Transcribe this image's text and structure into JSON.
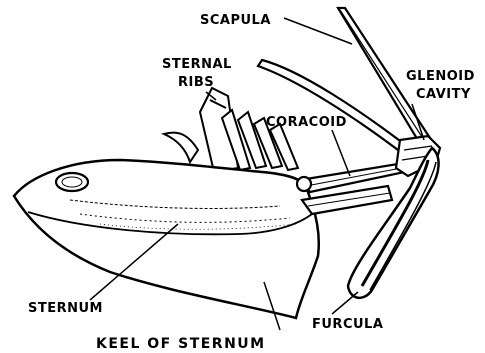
{
  "labels": {
    "scapula": "SCAPULA",
    "sternal_ribs_line1": "STERNAL",
    "sternal_ribs_line2": "RIBS",
    "glenoid_line1": "GLENOID",
    "glenoid_line2": "CAVITY",
    "coracoid": "CORACOID",
    "sternum": "STERNUM",
    "furcula": "FURCULA",
    "keel": "KEEL OF STERNUM"
  },
  "colors": {
    "ink": "#000000",
    "paper": "#ffffff"
  }
}
